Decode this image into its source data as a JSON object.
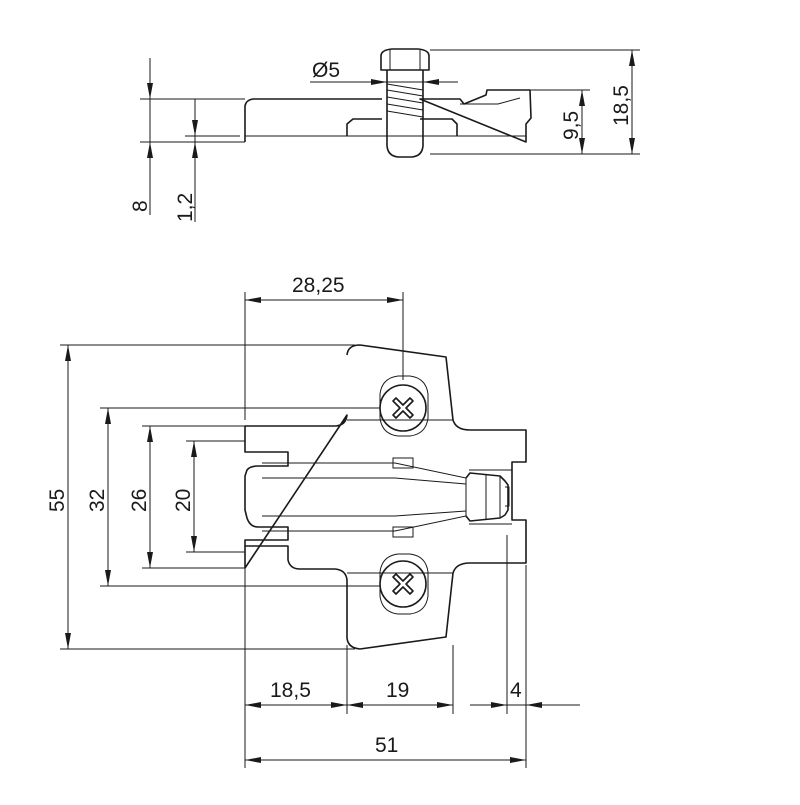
{
  "dimensions": {
    "top_view": {
      "screw_diameter": "Ø5",
      "plate_thickness": "8",
      "base_thickness": "1,2",
      "thread_height": "9,5",
      "overall_height": "18,5"
    },
    "plan_view": {
      "screw_offset": "28,25",
      "overall_height": "55",
      "slot_spacing_outer": "32",
      "slot_spacing_mid": "26",
      "slot_spacing_inner": "20",
      "left_width": "18,5",
      "middle_width": "19",
      "tab_width": "4",
      "overall_width": "51"
    }
  }
}
